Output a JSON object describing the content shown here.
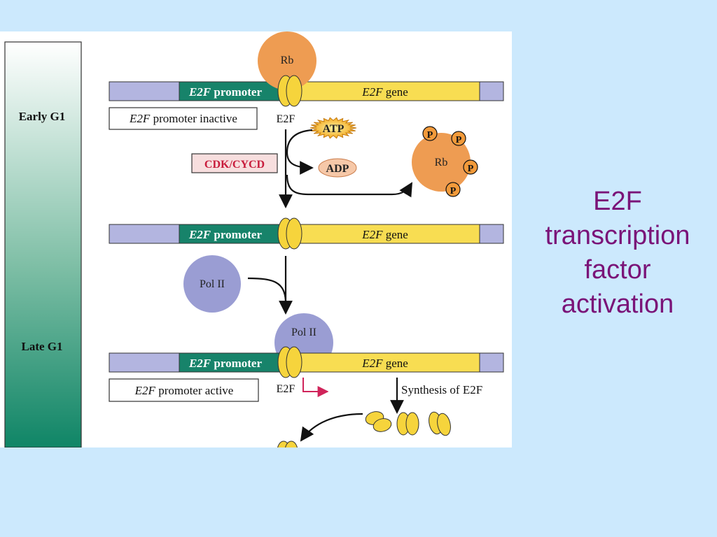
{
  "slide": {
    "title_lines": [
      "E2F",
      "transcription",
      "factor",
      "activation"
    ]
  },
  "figure": {
    "phase_labels": {
      "early": "Early G1",
      "late": "Late G1"
    },
    "rows": [
      {
        "promoter_italic": "E2F",
        "promoter_rest": " promoter",
        "gene_italic": "E2F",
        "gene_rest": " gene"
      },
      {
        "promoter_italic": "E2F",
        "promoter_rest": " promoter",
        "gene_italic": "E2F",
        "gene_rest": " gene"
      },
      {
        "promoter_italic": "E2F",
        "promoter_rest": " promoter",
        "gene_italic": "E2F",
        "gene_rest": " gene"
      }
    ],
    "status_inactive": {
      "italic": "E2F",
      "rest": " promoter inactive"
    },
    "status_active": {
      "italic": "E2F",
      "rest": " promoter active"
    },
    "e2f_label_top": "E2F",
    "e2f_label_bottom": "E2F",
    "rb_label": "Rb",
    "rb_phospho_label": "Rb",
    "phosphate_label": "P",
    "atp_label": "ATP",
    "adp_label": "ADP",
    "cdk_label": "CDK/CYCD",
    "pol2_free_label": "Pol II",
    "pol2_bound_label": "Pol II",
    "synthesis_label": "Synthesis of E2F",
    "colors": {
      "dna_flank": "#b3b5e0",
      "promoter": "#17836a",
      "gene": "#f8dd52",
      "rb": "#ee9c52",
      "pol2": "#9a9dd3",
      "e2f": "#f6d43c",
      "title": "#7a1478",
      "activation_arrow": "#d0245a",
      "cdk_fill": "#f7dede",
      "cdk_text": "#c81c3c"
    }
  }
}
